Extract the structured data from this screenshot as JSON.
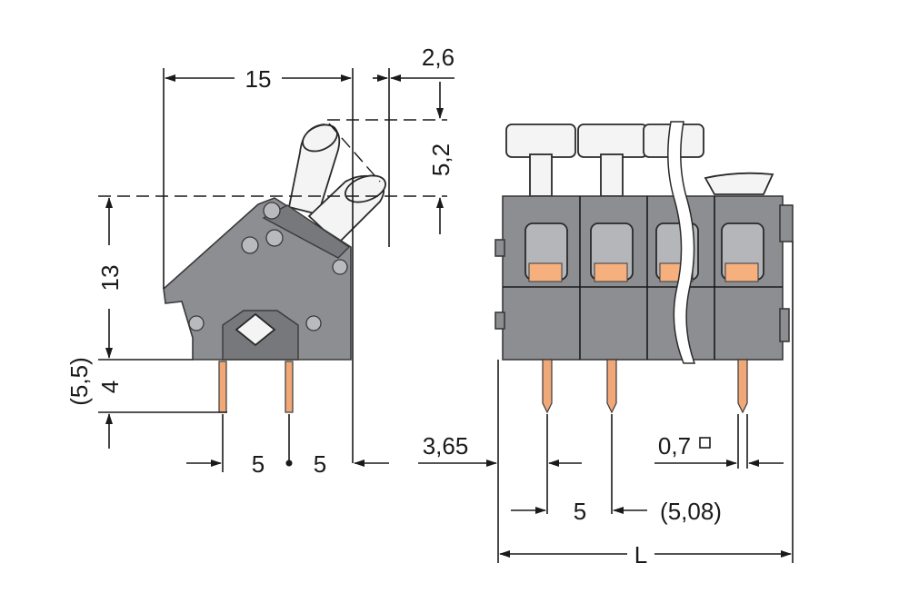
{
  "dimensions": {
    "width_top": "15",
    "lever_offset": "2,6",
    "lever_height": "5,2",
    "body_height": "13",
    "pin_length": "4",
    "pin_length_alt": "(5,5)",
    "pitch_left": "5",
    "pitch_right": "5",
    "edge_offset": "3,65",
    "pin_size": "0,7",
    "pitch_bottom": "5",
    "pitch_bottom_alt": "(5,08)",
    "total_length": "L"
  },
  "colors": {
    "housing": "#8c8e92",
    "lever": "#f4f4f4",
    "contact": "#f6b07e",
    "lines": "#1a1a1a"
  },
  "icons": {
    "square_mark": "small-square-icon"
  }
}
